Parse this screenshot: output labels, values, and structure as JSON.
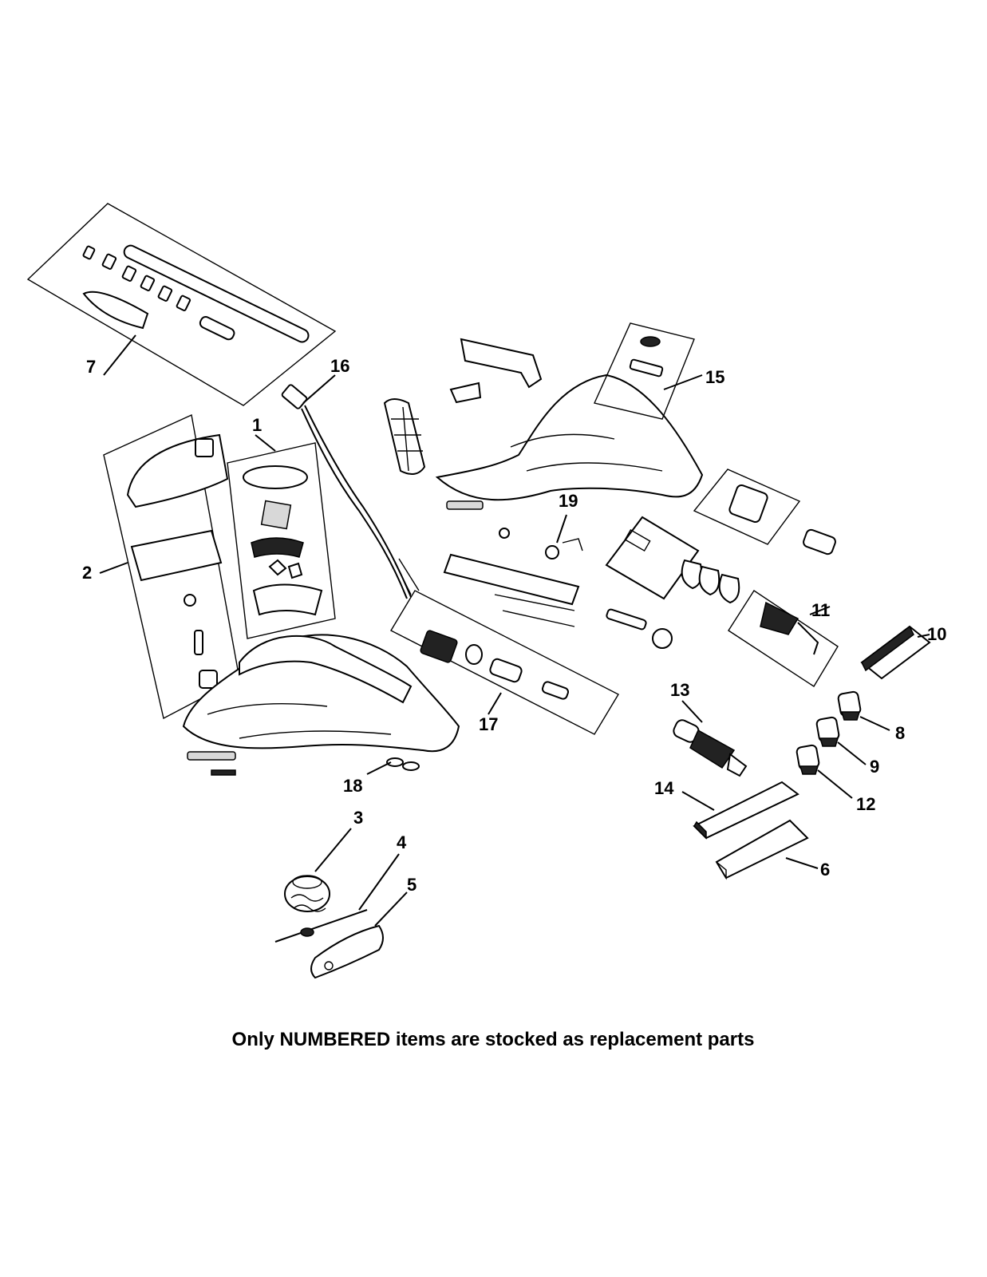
{
  "labels": {
    "p1": "1",
    "p2": "2",
    "p3": "3",
    "p4": "4",
    "p5": "5",
    "p6": "6",
    "p7": "7",
    "p8": "8",
    "p9": "9",
    "p10": "10",
    "p11": "11",
    "p12": "12",
    "p13": "13",
    "p14": "14",
    "p15": "15",
    "p16": "16",
    "p17": "17",
    "p18": "18",
    "p19": "19"
  },
  "footnote": "Only NUMBERED items are stocked as replacement parts"
}
